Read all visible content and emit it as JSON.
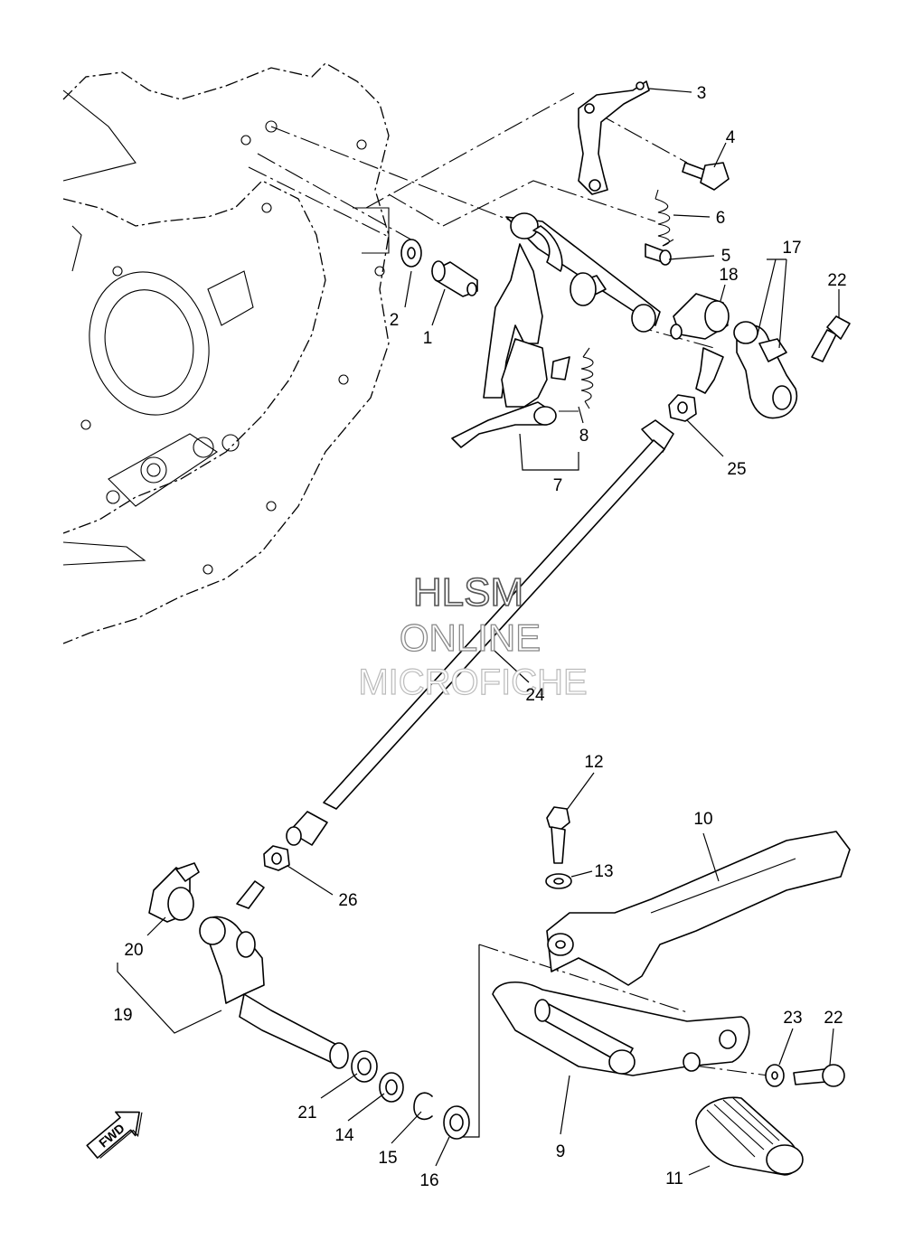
{
  "watermark": {
    "line1": "HLSM",
    "line2": "ONLINE",
    "line3": "MICROFICHE"
  },
  "direction_marker": {
    "label": "FWD",
    "icon": "forward-arrow-icon"
  },
  "callouts": {
    "c1": "1",
    "c2": "2",
    "c3": "3",
    "c4": "4",
    "c5": "5",
    "c6": "6",
    "c7": "7",
    "c8": "8",
    "c9": "9",
    "c10": "10",
    "c11": "11",
    "c12": "12",
    "c13": "13",
    "c14": "14",
    "c15": "15",
    "c16": "16",
    "c17": "17",
    "c18": "18",
    "c19": "19",
    "c20": "20",
    "c21": "21",
    "c22a": "22",
    "c22b": "22",
    "c23": "23",
    "c24": "24",
    "c25": "25",
    "c26": "26"
  }
}
